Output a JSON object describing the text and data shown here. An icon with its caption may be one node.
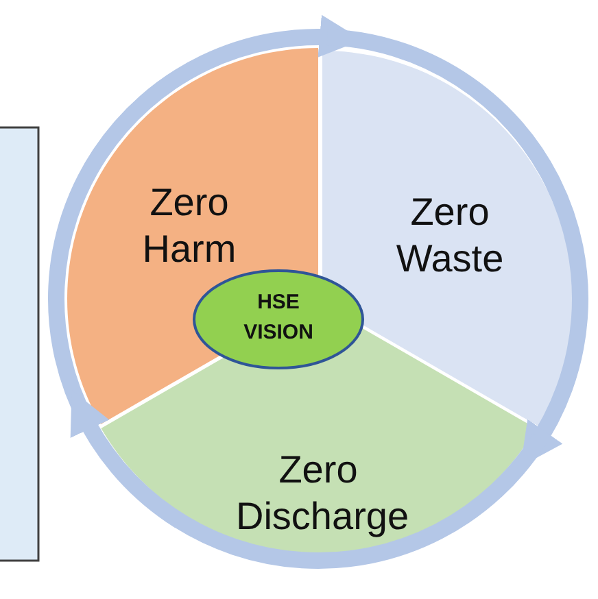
{
  "diagram": {
    "nodes": [
      {
        "text": [
          "Zero Harm"
        ]
      },
      {
        "text": [
          "Zero Waste"
        ]
      },
      {
        "text": [
          "Zero Discharge"
        ]
      },
      {
        "text": [
          "HSE VISION"
        ]
      },
      {
        "text": [],
        "shape": "box"
      }
    ],
    "edges": [
      {
        "from": 0,
        "to": 1,
        "arrow": "to"
      },
      {
        "from": 1,
        "to": 2,
        "arrow": "to"
      },
      {
        "from": 2,
        "to": 0,
        "arrow": "to"
      }
    ]
  }
}
